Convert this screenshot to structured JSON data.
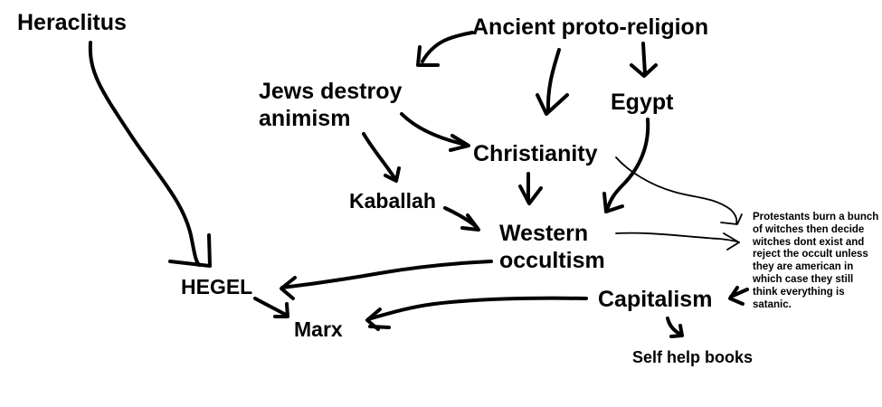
{
  "nodes": {
    "heraclitus": "Heraclitus",
    "ancient": "Ancient proto-religion",
    "jews_line1": "Jews destroy",
    "jews_line2": "animism",
    "egypt": "Egypt",
    "christianity": "Christianity",
    "kaballah": "Kaballah",
    "western_line1": "Western",
    "western_line2": "occultism",
    "hegel": "HEGEL",
    "marx": "Marx",
    "capitalism": "Capitalism",
    "self_help": "Self help books",
    "protestants": "Protestants burn a bunch of witches then decide witches dont exist and reject the occult unless they are american in which case they still think everything is satanic."
  },
  "colors": {
    "ink": "#000000",
    "background": "#ffffff"
  }
}
